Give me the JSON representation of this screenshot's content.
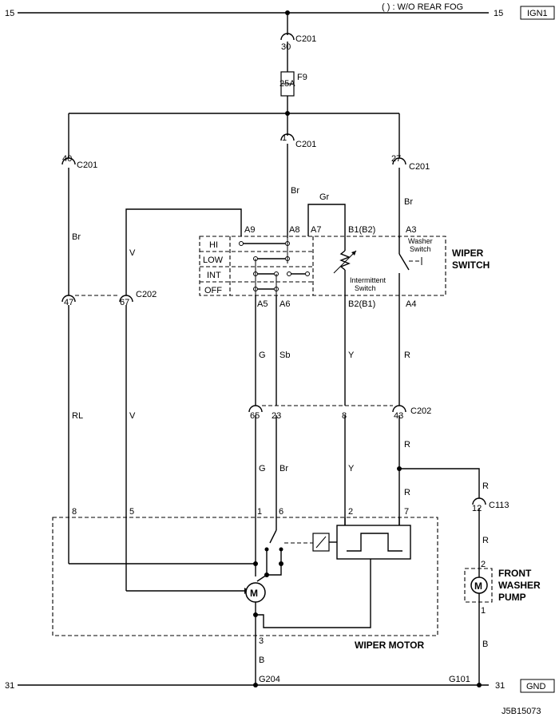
{
  "rails": {
    "top_left": "15",
    "top_right": "15",
    "ign": "IGN1",
    "bottom_left": "31",
    "bottom_right": "31",
    "gnd": "GND"
  },
  "notes": {
    "rear_fog": "( ) : W/O REAR FOG"
  },
  "fuse": {
    "name": "F9",
    "rating": "25A"
  },
  "connectors": {
    "c201_30": {
      "pin": "30",
      "name": "C201"
    },
    "c201_1": {
      "pin": "1",
      "name": "C201"
    },
    "c201_40": {
      "pin": "40",
      "name": "C201"
    },
    "c201_27": {
      "pin": "27",
      "name": "C201"
    },
    "c202_left": {
      "pins": [
        "47",
        "67"
      ],
      "name": "C202"
    },
    "c202_right": {
      "pins": [
        "65",
        "23",
        "8",
        "43"
      ],
      "name": "C202"
    },
    "c113": {
      "pin": "12",
      "name": "C113"
    }
  },
  "wires": {
    "br_left": "Br",
    "br_center": "Br",
    "br_right": "Br",
    "gr": "Gr",
    "v_upper": "V",
    "v_lower": "V",
    "rl": "RL",
    "g_upper": "G",
    "sb": "Sb",
    "y_upper": "Y",
    "r_upper": "R",
    "g_lower": "G",
    "br_lower": "Br",
    "y_lower": "Y",
    "r_mid": "R",
    "r_lower": "R",
    "r_pump_upper": "R",
    "r_pump_lower": "R",
    "b_pump": "B",
    "b_motor": "B"
  },
  "wiper_switch": {
    "title_1": "WIPER",
    "title_2": "SWITCH",
    "positions": [
      "HI",
      "LOW",
      "INT",
      "OFF"
    ],
    "terminals": {
      "a9": "A9",
      "a8": "A8",
      "a7": "A7",
      "b1": "B1(B2)",
      "a3": "A3",
      "a5": "A5",
      "a6": "A6",
      "b2": "B2(B1)",
      "a4": "A4"
    },
    "intermittent_label_1": "Intermittent",
    "intermittent_label_2": "Switch",
    "washer_label_1": "Washer",
    "washer_label_2": "Switch"
  },
  "wiper_motor": {
    "title": "WIPER MOTOR",
    "symbol": "M",
    "pins": [
      "8",
      "5",
      "1",
      "6",
      "2",
      "7",
      "3"
    ]
  },
  "washer_pump": {
    "title_1": "FRONT",
    "title_2": "WASHER",
    "title_3": "PUMP",
    "symbol": "M",
    "pin_top": "2",
    "pin_bottom": "1"
  },
  "grounds": {
    "g204": "G204",
    "g101": "G101"
  },
  "diagram_code": "J5B15073"
}
